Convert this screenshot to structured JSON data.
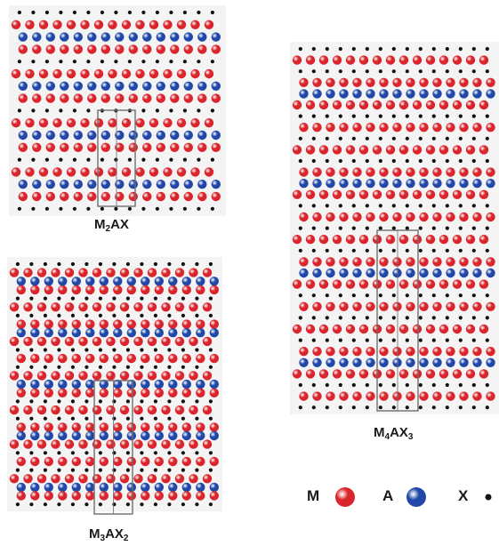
{
  "panels": [
    {
      "id": "m2ax",
      "label_parts": [
        {
          "text": "M",
          "sub": false
        },
        {
          "text": "2",
          "sub": true
        },
        {
          "text": "AX",
          "sub": false
        }
      ],
      "stacking": [
        "X",
        "M",
        "A",
        "M",
        "X",
        "M",
        "A",
        "M",
        "X",
        "M",
        "A",
        "M",
        "X",
        "M",
        "A",
        "M",
        "X"
      ]
    },
    {
      "id": "m3ax2",
      "label_parts": [
        {
          "text": "M",
          "sub": false
        },
        {
          "text": "3",
          "sub": true
        },
        {
          "text": "AX",
          "sub": false
        },
        {
          "text": "2",
          "sub": true
        }
      ],
      "stacking": [
        "X",
        "M",
        "A",
        "M",
        "X",
        "M",
        "X",
        "M",
        "A",
        "M",
        "X",
        "M",
        "X",
        "M",
        "A",
        "M",
        "X",
        "M",
        "X",
        "M",
        "A",
        "M",
        "X",
        "M",
        "X",
        "M",
        "A",
        "M",
        "X"
      ]
    },
    {
      "id": "m4ax3",
      "label_parts": [
        {
          "text": "M",
          "sub": false
        },
        {
          "text": "4",
          "sub": true
        },
        {
          "text": "AX",
          "sub": false
        },
        {
          "text": "3",
          "sub": true
        }
      ],
      "stacking": [
        "X",
        "M",
        "X",
        "M",
        "A",
        "M",
        "X",
        "M",
        "X",
        "M",
        "X",
        "M",
        "A",
        "M",
        "X",
        "M",
        "X",
        "M",
        "X",
        "M",
        "A",
        "M",
        "X",
        "M",
        "X",
        "M",
        "X",
        "M",
        "A",
        "M",
        "X",
        "M",
        "X"
      ]
    }
  ],
  "legend": [
    {
      "symbol": "M",
      "element": "M"
    },
    {
      "symbol": "A",
      "element": "A"
    },
    {
      "symbol": "X",
      "element": "X"
    }
  ],
  "colors": {
    "M": "#d9252b",
    "A": "#2148a8",
    "X": "#111111",
    "cell_outline": "#6e6e6e"
  }
}
